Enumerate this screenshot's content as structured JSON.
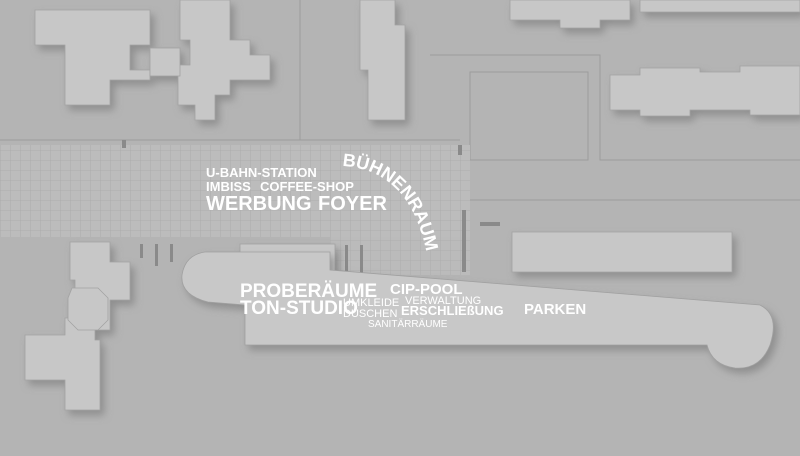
{
  "colors": {
    "ground": "#b3b3b3",
    "building": "#c6c6c6",
    "building_edge": "#8e8e8e",
    "plaza": "#bdbdbd",
    "label": "#ffffff"
  },
  "labels": {
    "u_bahn_station": "U-BAHN-STATION",
    "imbiss": "IMBISS",
    "coffee_shop": "COFFEE-SHOP",
    "werbung": "WERBUNG",
    "foyer": "FOYER",
    "buehnenraum": "BÜHNENRAUM",
    "proberaeume": "PROBERÄUME",
    "ton_studio": "TON-STUDIO",
    "umkleide": "UMKLEIDE",
    "duschen": "DUSCHEN",
    "sanitaerraeume": "SANITÄRRÄUME",
    "cip_pool": "CIP-POOL",
    "verwaltung": "VERWALTUNG",
    "erschliessung": "ERSCHLIEßUNG",
    "parken": "PARKEN"
  }
}
